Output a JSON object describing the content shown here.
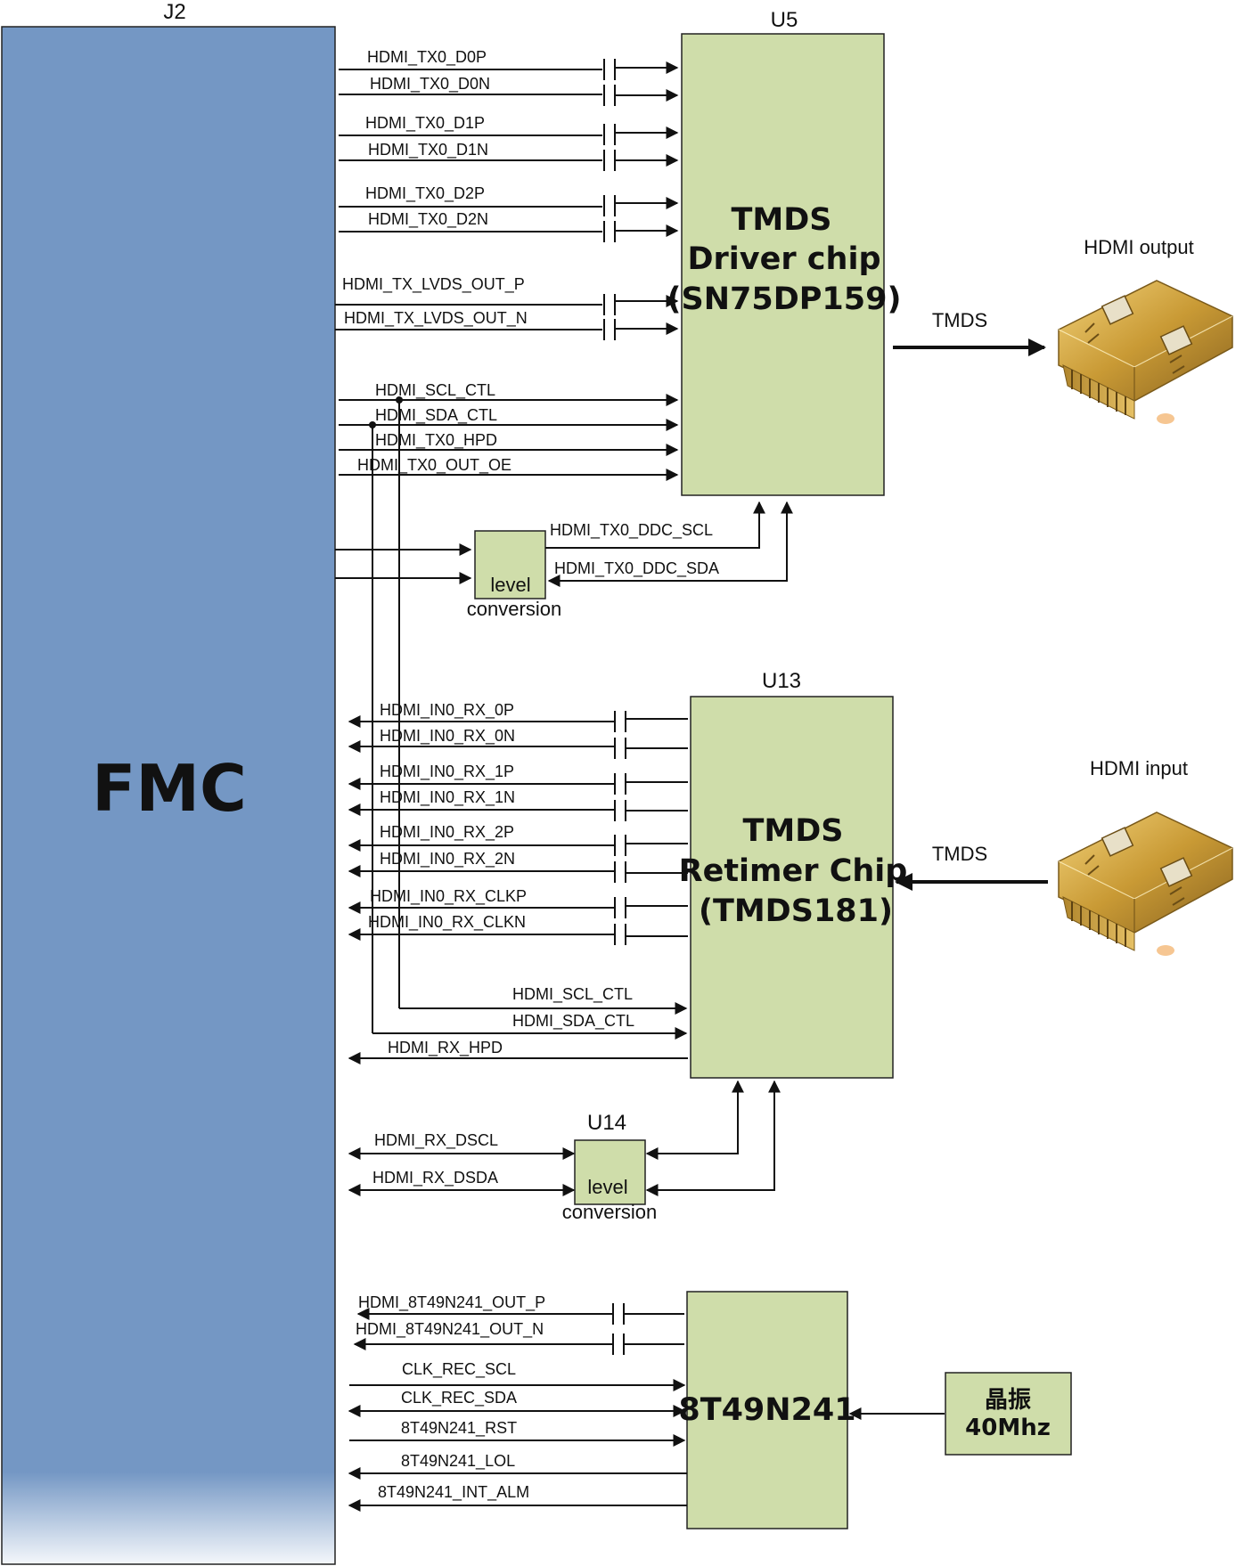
{
  "connector": {
    "ref": "J2",
    "label": "FMC"
  },
  "u5": {
    "ref": "U5",
    "line1": "TMDS",
    "line2": "Driver chip",
    "line3": "(SN75DP159)"
  },
  "u13": {
    "ref": "U13",
    "line1": "TMDS",
    "line2": "Retimer Chip",
    "line3": "(TMDS181)"
  },
  "clk_chip": {
    "label": "8T49N241"
  },
  "crystal": {
    "line1": "晶振",
    "line2": "40Mhz"
  },
  "level1": {
    "line1": "level",
    "line2": "conversion"
  },
  "level2": {
    "ref": "U14",
    "line1": "level",
    "line2": "conversion"
  },
  "hdmi_out": {
    "title": "HDMI output",
    "link": "TMDS"
  },
  "hdmi_in": {
    "title": "HDMI input",
    "link": "TMDS"
  },
  "signals": {
    "tx0_d0p": "HDMI_TX0_D0P",
    "tx0_d0n": "HDMI_TX0_D0N",
    "tx0_d1p": "HDMI_TX0_D1P",
    "tx0_d1n": "HDMI_TX0_D1N",
    "tx0_d2p": "HDMI_TX0_D2P",
    "tx0_d2n": "HDMI_TX0_D2N",
    "tx_lvds_p": "HDMI_TX_LVDS_OUT_P",
    "tx_lvds_n": "HDMI_TX_LVDS_OUT_N",
    "scl_ctl": "HDMI_SCL_CTL",
    "sda_ctl": "HDMI_SDA_CTL",
    "tx0_hpd": "HDMI_TX0_HPD",
    "tx0_out_oe": "HDMI_TX0_OUT_OE",
    "tx0_ddc_scl": "HDMI_TX0_DDC_SCL",
    "tx0_ddc_sda": "HDMI_TX0_DDC_SDA",
    "rx_0p": "HDMI_IN0_RX_0P",
    "rx_0n": "HDMI_IN0_RX_0N",
    "rx_1p": "HDMI_IN0_RX_1P",
    "rx_1n": "HDMI_IN0_RX_1N",
    "rx_2p": "HDMI_IN0_RX_2P",
    "rx_2n": "HDMI_IN0_RX_2N",
    "rx_clkp": "HDMI_IN0_RX_CLKP",
    "rx_clkn": "HDMI_IN0_RX_CLKN",
    "rx_scl_ctl": "HDMI_SCL_CTL",
    "rx_sda_ctl": "HDMI_SDA_CTL",
    "rx_hpd": "HDMI_RX_HPD",
    "rx_dscl": "HDMI_RX_DSCL",
    "rx_dsda": "HDMI_RX_DSDA",
    "clk_out_p": "HDMI_8T49N241_OUT_P",
    "clk_out_n": "HDMI_8T49N241_OUT_N",
    "clk_rec_scl": "CLK_REC_SCL",
    "clk_rec_sda": "CLK_REC_SDA",
    "clk_rst": "8T49N241_RST",
    "clk_lol": "8T49N241_LOL",
    "clk_int_alm": "8T49N241_INT_ALM"
  }
}
